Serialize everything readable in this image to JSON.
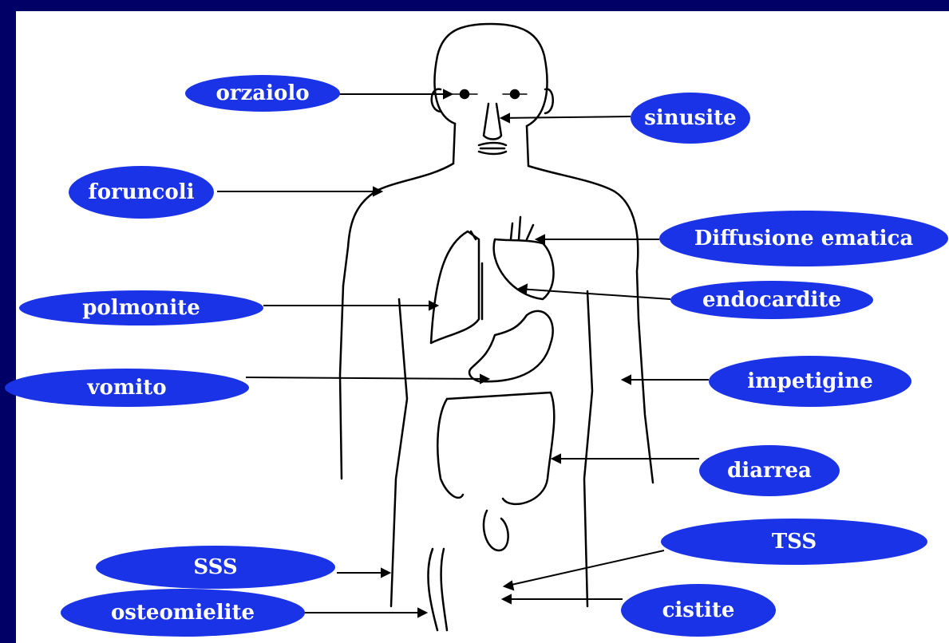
{
  "colors": {
    "background": "#000066",
    "label_fill": "#1a33e6",
    "label_text": "#ffffff",
    "line": "#000000"
  },
  "labels": {
    "orzaiolo": "orzaiolo",
    "sinusite": "sinusite",
    "foruncoli": "foruncoli",
    "diffusione": "Diffusione ematica",
    "endocardite": "endocardite",
    "polmonite": "polmonite",
    "vomito": "vomito",
    "impetigine": "impetigine",
    "diarrea": "diarrea",
    "tss": "TSS",
    "sss": "SSS",
    "osteomielite": "osteomielite",
    "cistite": "cistite"
  }
}
